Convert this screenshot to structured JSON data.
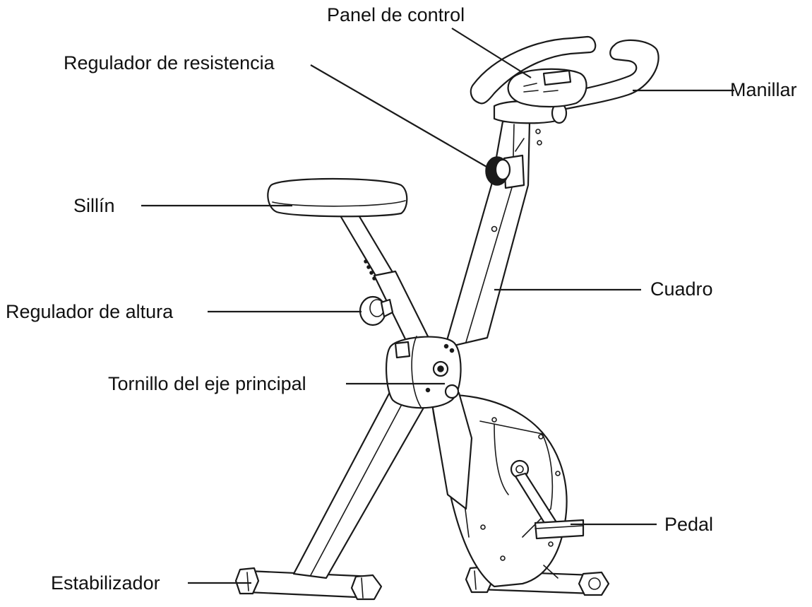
{
  "labels": {
    "control_panel": "Panel de control",
    "resistance_knob": "Regulador de resistencia",
    "handlebar": "Manillar",
    "seat": "Sillín",
    "frame": "Cuadro",
    "height_knob": "Regulador de altura",
    "main_axle_bolt": "Tornillo del eje principal",
    "pedal": "Pedal",
    "stabilizer": "Estabilizador"
  },
  "colors": {
    "ink": "#1a1a1a",
    "background": "#ffffff"
  }
}
